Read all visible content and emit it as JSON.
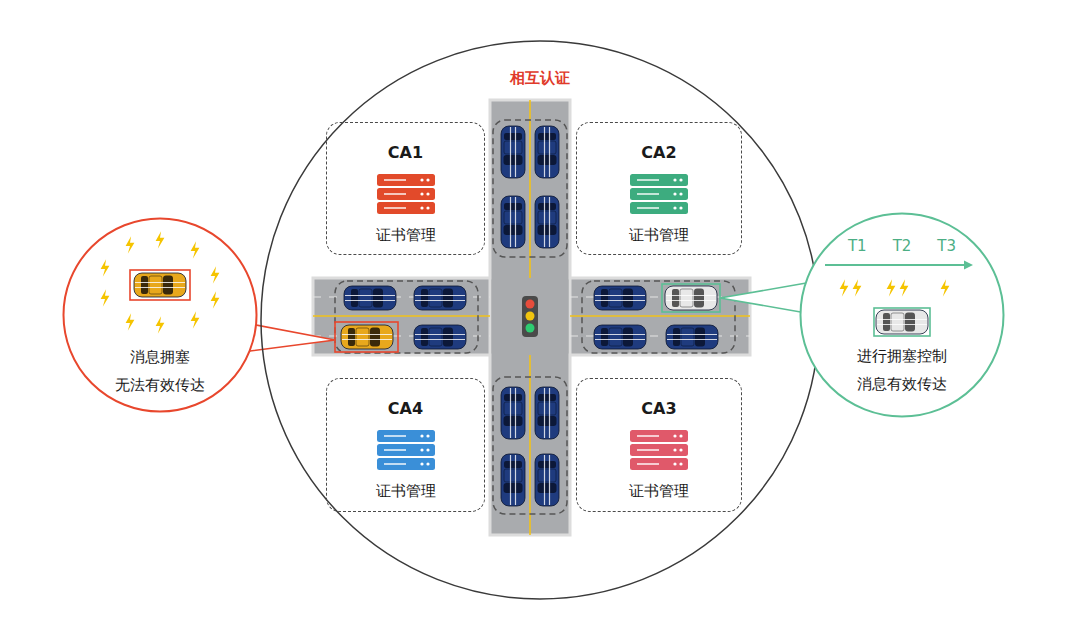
{
  "diagram": {
    "nodes": [
      {
        "text": [
          "相互认证"
        ]
      },
      {
        "text": [
          "CA1",
          "证书管理"
        ],
        "in": 0
      },
      {
        "text": [
          "CA2",
          "证书管理"
        ],
        "in": 0
      },
      {
        "text": [
          "CA4",
          "证书管理"
        ],
        "in": 0
      },
      {
        "text": [
          "CA3",
          "证书管理"
        ],
        "in": 0
      },
      {
        "text": [
          "消息拥塞 无法有效传达"
        ]
      },
      {
        "text": [
          "T1",
          "T2",
          "T3",
          "进行拥塞控制 消息有效传达"
        ]
      }
    ]
  }
}
